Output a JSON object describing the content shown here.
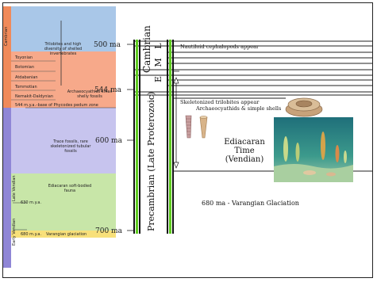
{
  "strat_column": {
    "side_labels": {
      "cambrian": "Cambrian",
      "late_vendian": "Late Vendian",
      "early_vendian": "Early Vendian"
    },
    "stages": [
      "Toyonian",
      "Botomian",
      "Atdabanian",
      "Tommotian",
      "Nemakit-Daldynian"
    ],
    "notes": {
      "trilobites": "Trilobites and high diversity of shelled invertebrates",
      "archaeocyathids": "Archaeocyathids small shelly fossils",
      "phycodes": "544 m.y.a.–base of Phycodes pedum zone",
      "trace_fossils": "Trace fossils, rare skeletonized tubular fossils",
      "ediacaran_fauna": "Ediacaran soft-bodied fauna",
      "mya_630": "630 m.y.a.",
      "mya_680": "680 m.y.a.",
      "varangian": "Varangian glaciation"
    }
  },
  "ma_labels": {
    "m500": "500 ma",
    "m544": "544 ma",
    "m600": "600 ma",
    "m700": "700 ma"
  },
  "eras": {
    "cambrian": "Cambrian",
    "cambrian_sub": "E  M  L",
    "precambrian": "Precambrian (Late Proterozoic)"
  },
  "notes": {
    "nautiloid": "Nautiloid cephalopods appear",
    "trilobites": "Skeletonized trilobites appear",
    "archaeocyathids": "Archaeocyathids & simple shells",
    "varangian": "680 ma - Varangian Glaciation"
  },
  "caption": {
    "line1": "Ediacaran Time",
    "line2": "(Vendian)"
  },
  "colors": {
    "cambrian_band": "#f7a98a",
    "vendian_band": "#b8b0e0",
    "trace_band": "#c7c4ee",
    "ediacaran_band": "#c8e6a8",
    "glaciation_band": "#f8e07a",
    "green_bar": "#5ecb1f"
  }
}
